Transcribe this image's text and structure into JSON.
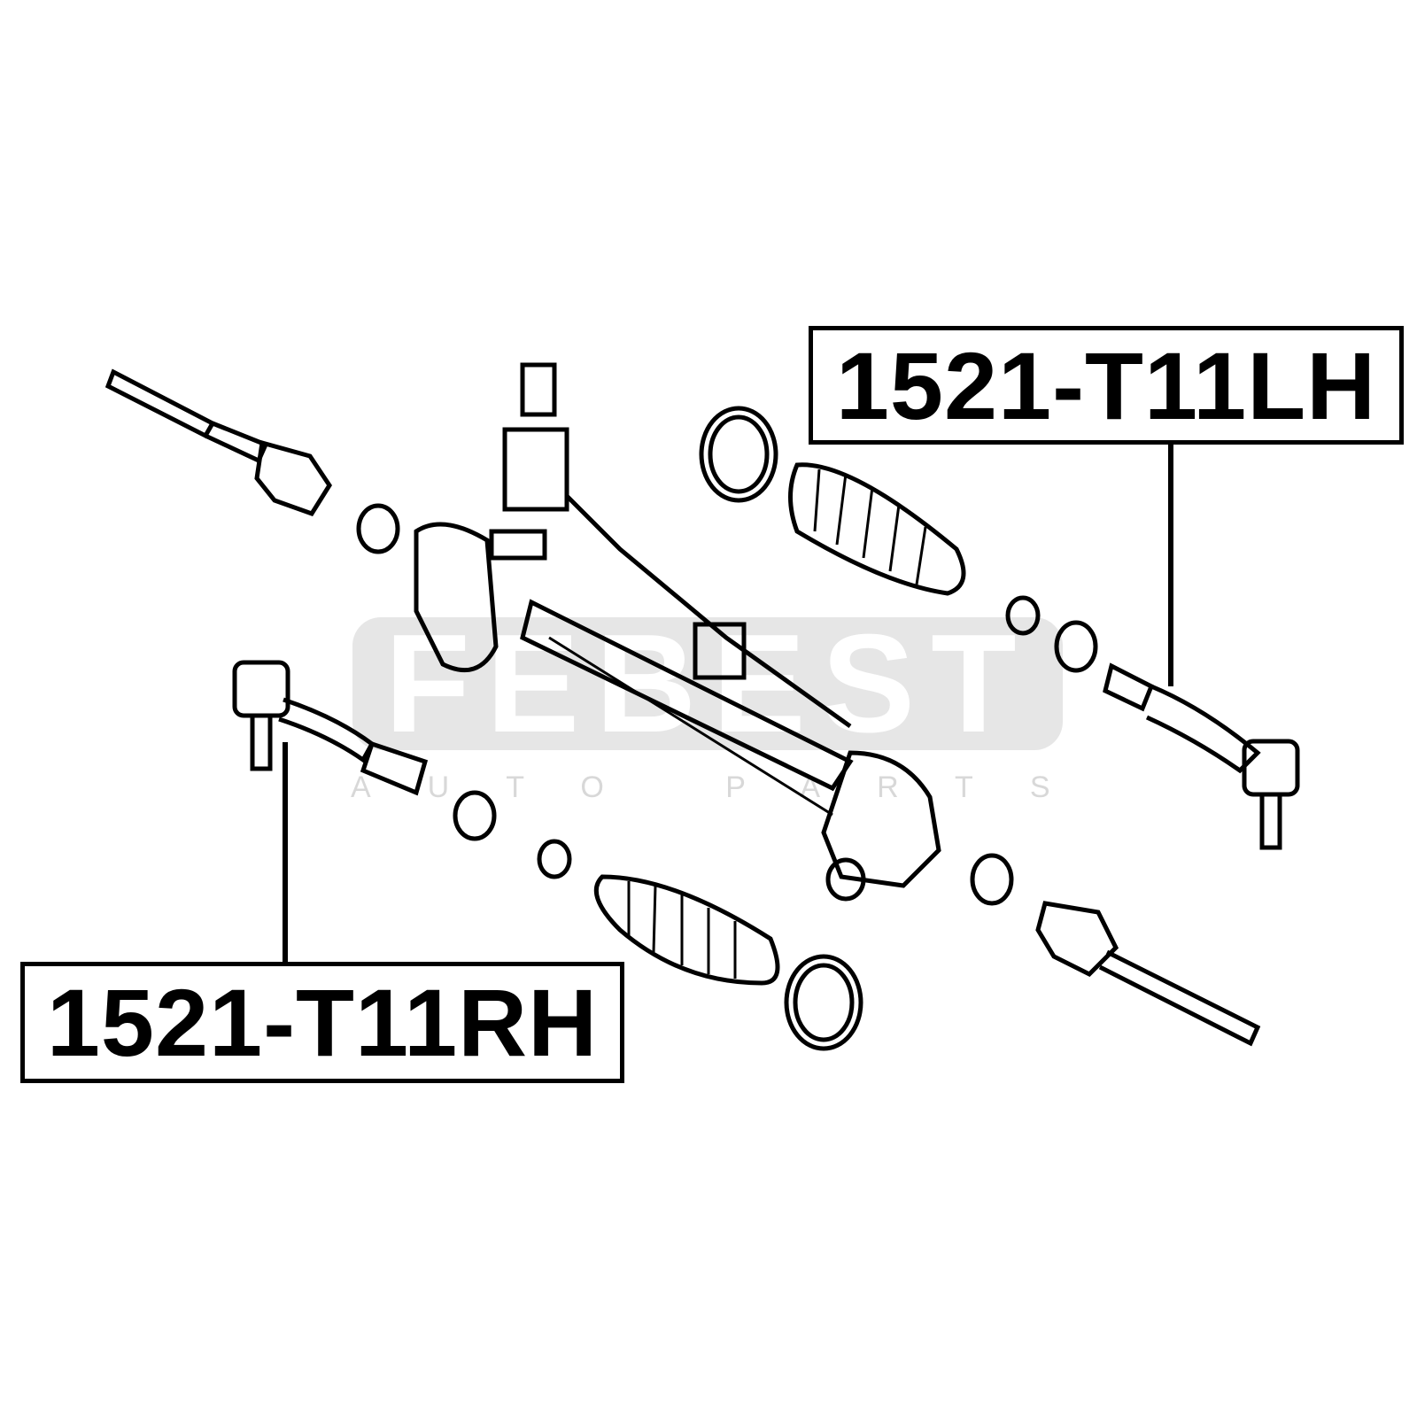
{
  "watermark": {
    "brand": "FEBEST",
    "subtitle": "AUTO PARTS"
  },
  "labels": {
    "left_hand": "1521-T11LH",
    "right_hand": "1521-T11RH"
  }
}
